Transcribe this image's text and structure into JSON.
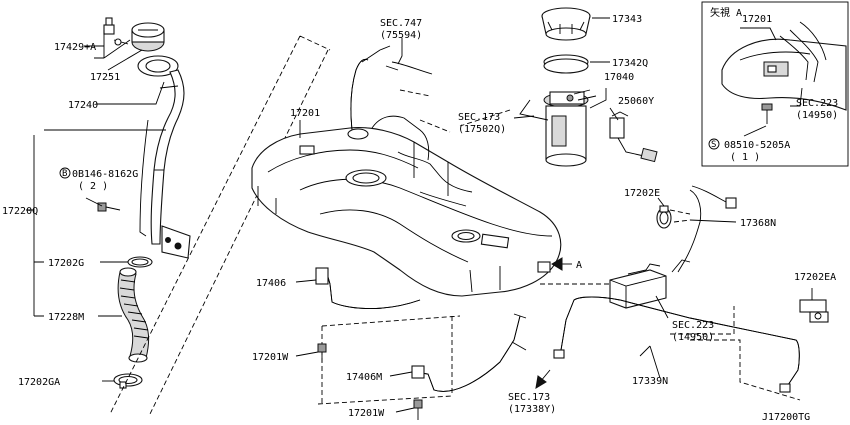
{
  "diagram_id": "J17200TG",
  "inset_title": "矢視 A",
  "labels": {
    "p17429a": "17429+A",
    "p17251": "17251",
    "p17240": "17240",
    "p08146": "0B146-8162G",
    "p08146_qty": "( 2 )",
    "p17220q": "17220Q",
    "p17202g": "17202G",
    "p17228m": "17228M",
    "p17202ga": "17202GA",
    "sec747": "SEC.747",
    "sec747_ref": "(75594)",
    "p17201_tank": "17201",
    "sec173_top": "SEC.173",
    "sec173_top_ref": "(17502Q)",
    "p17343": "17343",
    "p17342q": "17342Q",
    "p17040": "17040",
    "p25060y": "25060Y",
    "p17202e": "17202E",
    "p17368n": "17368N",
    "arrow_a": "A",
    "p17406": "17406",
    "p17201w_1": "17201W",
    "p17406m": "17406M",
    "p17201w_2": "17201W",
    "sec173_bot": "SEC.173",
    "sec173_bot_ref": "(17338Y)",
    "sec223": "SEC.223",
    "sec223_ref": "(14950)",
    "p17339n": "17339N",
    "p17202ea": "17202EA",
    "inset_17201": "17201",
    "inset_sec223": "SEC.223",
    "inset_sec223_ref": "(14950)",
    "inset_08510": "08510-5205A",
    "inset_08510_qty": "( 1 )",
    "bolt_b": "B",
    "screw_s": "S"
  }
}
